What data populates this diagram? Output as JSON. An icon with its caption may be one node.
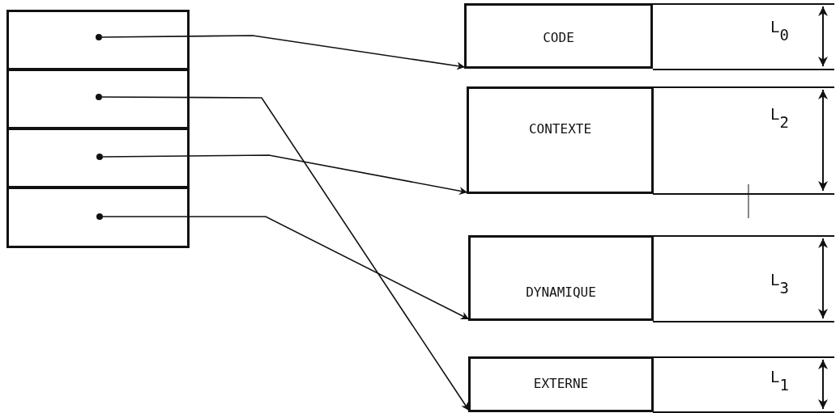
{
  "diagram": {
    "nodes": [
      {
        "text": [],
        "shape": "box"
      },
      {
        "text": [],
        "shape": "box"
      },
      {
        "text": [],
        "shape": "box"
      },
      {
        "text": [],
        "shape": "box"
      },
      {
        "text": [],
        "shape": "circle",
        "in": 0
      },
      {
        "text": [],
        "shape": "circle",
        "in": 1
      },
      {
        "text": [],
        "shape": "circle",
        "in": 2
      },
      {
        "text": [],
        "shape": "circle",
        "in": 3
      },
      {
        "text": [
          "CODE"
        ]
      },
      {
        "text": [
          "CONTEXTE"
        ]
      },
      {
        "text": [
          "DYNAMIQUE"
        ]
      },
      {
        "text": [
          "EXTERNE"
        ]
      }
    ],
    "edges": [
      {
        "from": 4,
        "to": 8,
        "arrow": "to"
      },
      {
        "from": 5,
        "to": 11,
        "arrow": "to"
      },
      {
        "from": 6,
        "to": 9,
        "arrow": "to"
      },
      {
        "from": 7,
        "to": 10,
        "arrow": "to"
      }
    ],
    "labels": [
      "L$_{0}$",
      "L$_{2}$",
      "L$_{3}$",
      "L$_{1}$"
    ]
  }
}
